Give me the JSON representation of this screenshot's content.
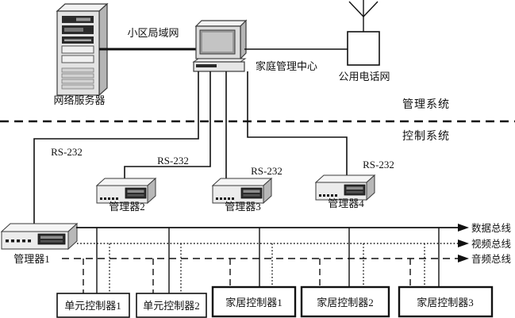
{
  "diagram": {
    "zones": {
      "management": "管理系统",
      "control": "控制系统"
    },
    "nodes": {
      "server": "网络服务器",
      "lan": "小区局域网",
      "home_center": "家庭管理中心",
      "phone_net": "公用电话网",
      "manager1": "管理器1",
      "manager2": "管理器2",
      "manager3": "管理器3",
      "manager4": "管理器4"
    },
    "link_label": "RS-232",
    "buses": [
      {
        "label": "数据总线",
        "style": "solid"
      },
      {
        "label": "视频总线",
        "style": "dotted"
      },
      {
        "label": "音频总线",
        "style": "dashed"
      }
    ],
    "controllers": [
      "单元控制器1",
      "单元控制器2",
      "家居控制器1",
      "家居控制器2",
      "家居控制器3"
    ],
    "colors": {
      "line": "#1a1a1a",
      "device_face": "#ececec",
      "device_side": "#b8b8b8",
      "panel": "#2b2b2b"
    }
  }
}
